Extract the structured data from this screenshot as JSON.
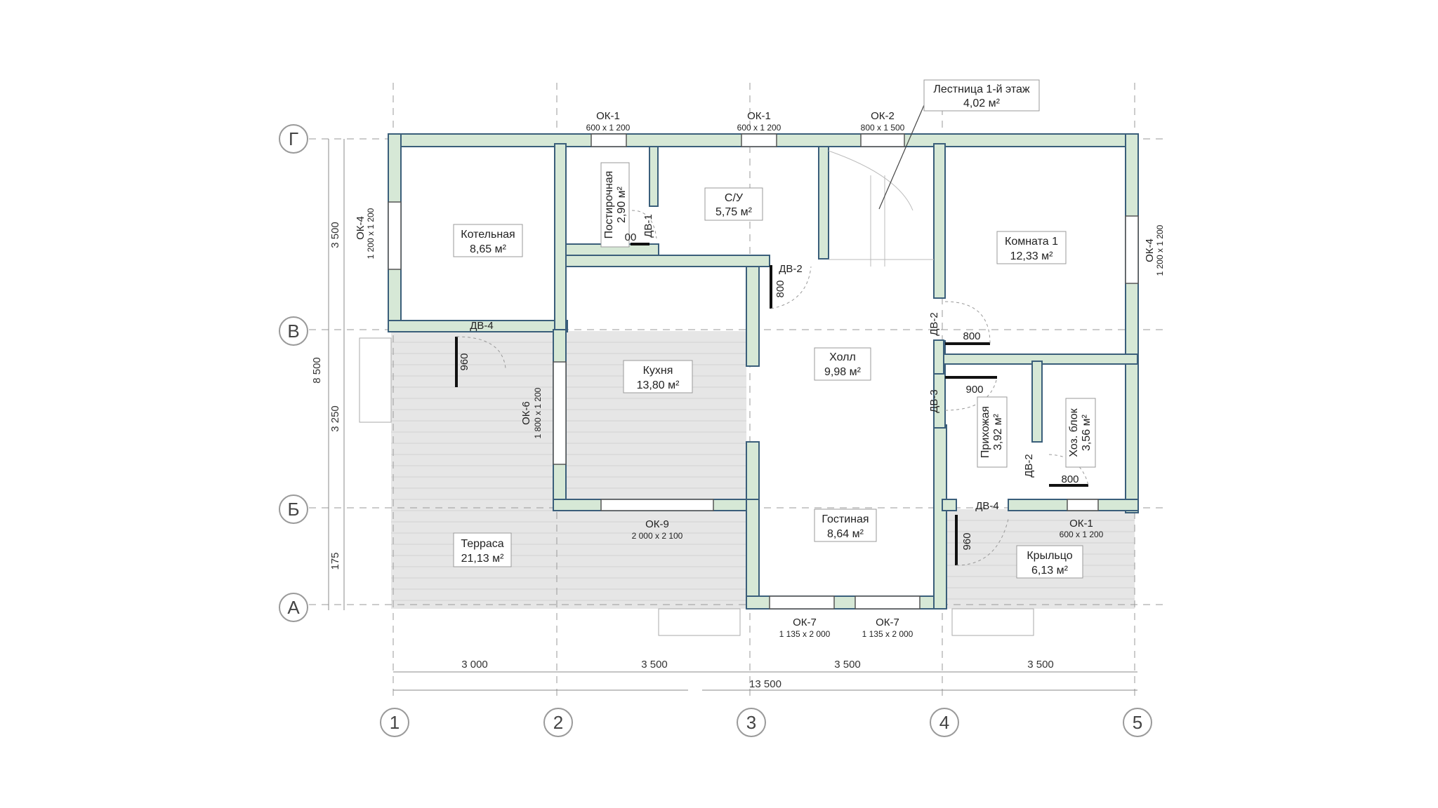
{
  "axes": {
    "vertical": [
      "1",
      "2",
      "3",
      "4",
      "5"
    ],
    "horizontal": [
      "Г",
      "В",
      "Б",
      "А"
    ]
  },
  "dimensions": {
    "bottom": [
      "3 000",
      "3 500",
      "3 500",
      "3 500"
    ],
    "bottom_total": "13 500",
    "left": [
      "3 500",
      "3 250",
      "175"
    ],
    "left_total": "8 500"
  },
  "rooms": [
    {
      "id": "kotelnaya",
      "name": "Котельная",
      "area": "8,65 м²"
    },
    {
      "id": "postirochnaya",
      "name": "Постирочная",
      "area": "2,90 м²"
    },
    {
      "id": "su",
      "name": "С/У",
      "area": "5,75 м²"
    },
    {
      "id": "lestnica",
      "name": "Лестница 1-й этаж",
      "area": "4,02 м²"
    },
    {
      "id": "komnata1",
      "name": "Комната 1",
      "area": "12,33 м²"
    },
    {
      "id": "kuhnya",
      "name": "Кухня",
      "area": "13,80 м²"
    },
    {
      "id": "holl",
      "name": "Холл",
      "area": "9,98 м²"
    },
    {
      "id": "prihozhaya",
      "name": "Прихожая",
      "area": "3,92 м²"
    },
    {
      "id": "hozblok",
      "name": "Хоз. блок",
      "area": "3,56 м²"
    },
    {
      "id": "gostinaya",
      "name": "Гостиная",
      "area": "8,64 м²"
    },
    {
      "id": "terrasa",
      "name": "Терраса",
      "area": "21,13 м²"
    },
    {
      "id": "krylco",
      "name": "Крыльцо",
      "area": "6,13 м²"
    }
  ],
  "windows": [
    {
      "id": "w_top1",
      "mark": "ОК-1",
      "size": "600 x 1 200"
    },
    {
      "id": "w_top2",
      "mark": "ОК-1",
      "size": "600 x 1 200"
    },
    {
      "id": "w_top3",
      "mark": "ОК-2",
      "size": "800 x 1 500"
    },
    {
      "id": "w_left",
      "mark": "ОК-4",
      "size": "1 200 x 1 200"
    },
    {
      "id": "w_right",
      "mark": "ОК-4",
      "size": "1 200 x 1 200"
    },
    {
      "id": "w_kitchen",
      "mark": "ОК-6",
      "size": "1 800 x 1 200"
    },
    {
      "id": "w_kitchen_bottom",
      "mark": "ОК-9",
      "size": "2 000 x 2 100"
    },
    {
      "id": "w_gost1",
      "mark": "ОК-7",
      "size": "1 135 x 2 000"
    },
    {
      "id": "w_gost2",
      "mark": "ОК-7",
      "size": "1 135 x 2 000"
    },
    {
      "id": "w_hoz",
      "mark": "ОК-1",
      "size": "600 x 1 200"
    }
  ],
  "doors": {
    "dv1": "ДВ-1",
    "dv1_dim": "00",
    "dv2_su": "ДВ-2",
    "dv2_su_dim": "800",
    "dv4_kotel": "ДВ-4",
    "dv4_kotel_dim": "960",
    "dv2_room": "ДВ-2",
    "dv2_room_dim": "800",
    "dv3": "ДВ-3",
    "dv3_dim": "900",
    "dv2_hoz": "ДВ-2",
    "dv2_hoz_dim": "800",
    "dv4_entry": "ДВ-4",
    "dv4_entry_dim": "960"
  },
  "colors": {
    "wall_fill": "#d6e8d6",
    "wall_stroke": "#3a5e7a",
    "terrace_fill": "#e4e4e4",
    "axis_line": "#9a9a9a"
  }
}
